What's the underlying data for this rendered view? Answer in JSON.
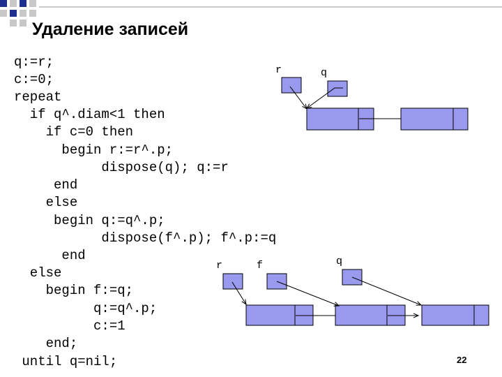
{
  "slide": {
    "title": "Удаление записей",
    "page_number": "22"
  },
  "code": {
    "lines": [
      "q:=r;",
      "c:=0;",
      "repeat",
      "  if q^.diam<1 then",
      "    if c=0 then",
      "      begin r:=r^.p;",
      "           dispose(q); q:=r",
      "     end",
      "    else",
      "     begin q:=q^.p;",
      "           dispose(f^.p); f^.p:=q",
      "      end",
      "  else",
      "    begin f:=q;",
      "          q:=q^.p;",
      "          c:=1",
      "    end;",
      " until q=nil;"
    ]
  },
  "diagrams": {
    "top": {
      "labels": [
        "r",
        "q"
      ]
    },
    "bottom": {
      "labels": [
        "r",
        "f",
        "q"
      ]
    }
  },
  "colors": {
    "node_fill": "#9999ee",
    "node_stroke": "#000000",
    "deco_blue": "#1f2f8f",
    "deco_gray": "#c8c8c8"
  }
}
